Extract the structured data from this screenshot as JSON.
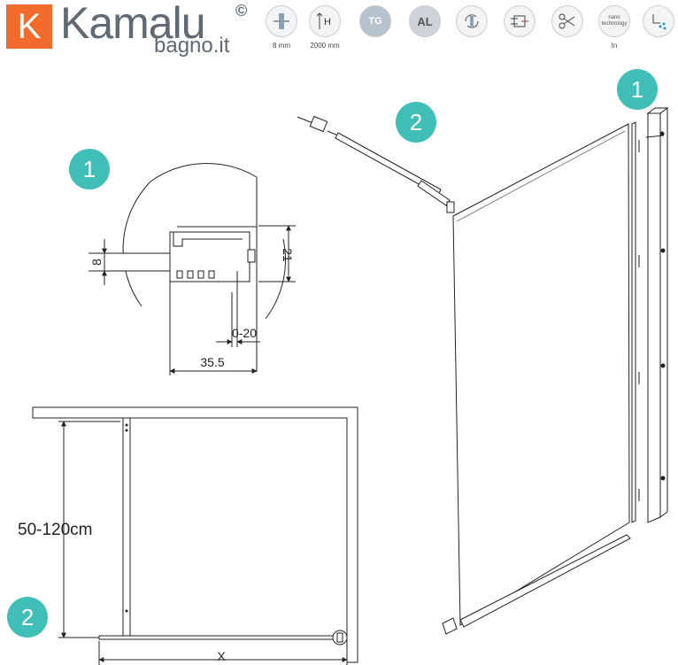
{
  "brand": {
    "logo_letter": "K",
    "name": "Kamalu",
    "copyright": "©",
    "domain": "bagno.it",
    "colors": {
      "logo_orange": "#f26a2c",
      "badge_teal": "#3fbfb6",
      "text_gray": "#5f6a72"
    }
  },
  "features": [
    {
      "icon": "glass-thickness-icon",
      "label": "8 mm"
    },
    {
      "icon": "height-icon",
      "label": "2000 mm",
      "glyph": "H"
    },
    {
      "icon": "tempered-glass-icon",
      "label": "",
      "glyph": "TG"
    },
    {
      "icon": "aluminium-icon",
      "label": "",
      "glyph": "AL"
    },
    {
      "icon": "reversible-icon",
      "label": ""
    },
    {
      "icon": "adjustable-profile-icon",
      "label": ""
    },
    {
      "icon": "cut-to-size-icon",
      "label": ""
    },
    {
      "icon": "nano-technology-icon",
      "label": "In",
      "glyph": "nano technology"
    },
    {
      "icon": "easy-clean-icon",
      "label": ""
    }
  ],
  "badges": {
    "one": "1",
    "two": "2"
  },
  "detail": {
    "glass_thickness": "8",
    "profile_height": "21",
    "adjustment": "0-20",
    "profile_depth": "35.5"
  },
  "plan": {
    "height_range": "50-120cm",
    "width_label": "X"
  }
}
